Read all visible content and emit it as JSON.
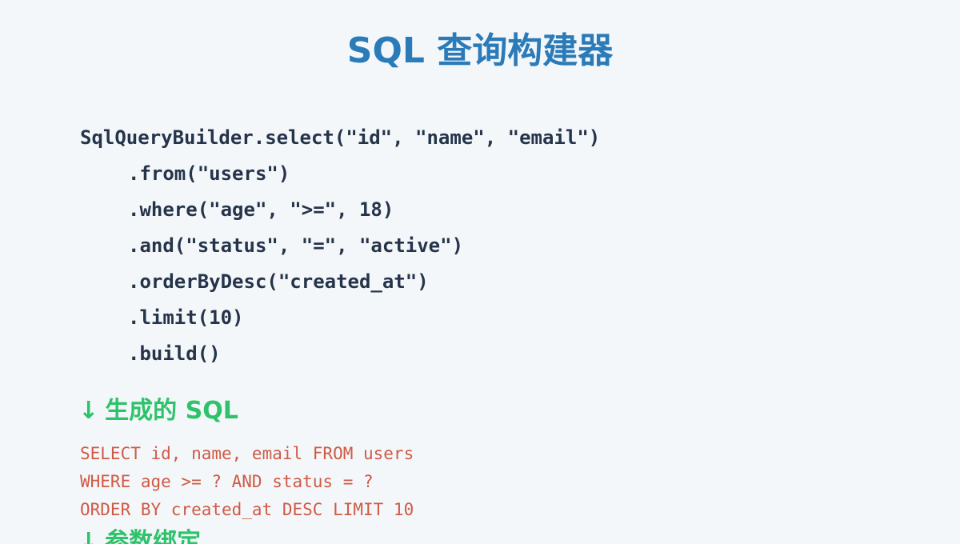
{
  "title": "SQL 查询构建器",
  "code": {
    "lines": [
      "SqlQueryBuilder.select(\"id\", \"name\", \"email\")",
      ".from(\"users\")",
      ".where(\"age\", \">=\", 18)",
      ".and(\"status\", \"=\", \"active\")",
      ".orderByDesc(\"created_at\")",
      ".limit(10)",
      ".build()"
    ]
  },
  "generated_sql": {
    "arrow": "↓",
    "heading": "生成的 SQL",
    "lines": [
      "SELECT id, name, email FROM users",
      "WHERE age >= ? AND status = ?",
      "ORDER BY created_at DESC LIMIT 10"
    ]
  },
  "param_binding": {
    "arrow": "↓",
    "heading": "参数绑定"
  }
}
